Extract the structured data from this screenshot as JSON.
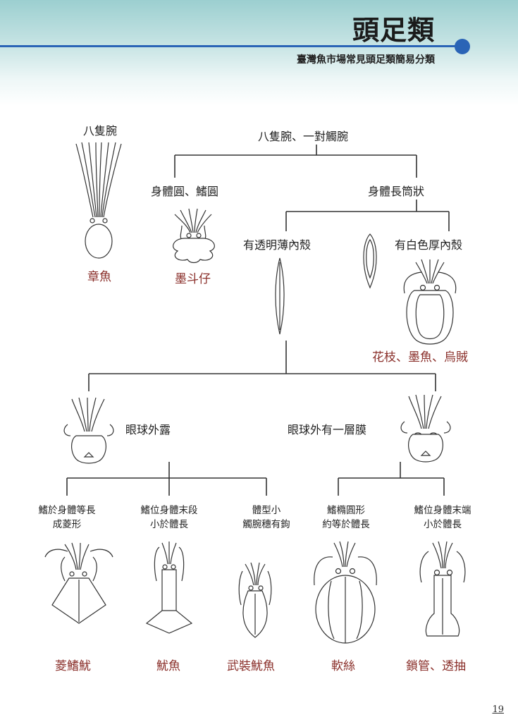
{
  "header": {
    "title": "頭足類",
    "subtitle": "臺灣魚市場常見頭足類簡易分類"
  },
  "nodes": {
    "eight_arms": "八隻腕",
    "eight_arms_two_tentacles": "八隻腕、一對觸腕",
    "round_body": "身體圓、鰭圓",
    "long_body": "身體長筒狀",
    "thin_shell": "有透明薄內殼",
    "thick_shell": "有白色厚內殼",
    "eye_exposed": "眼球外露",
    "eye_membrane": "眼球外有一層膜",
    "fin_equal": [
      "鰭於身體等長",
      "成菱形"
    ],
    "fin_rear_short": [
      "鰭位身體末段",
      "小於體長"
    ],
    "small_hooks": [
      "體型小",
      "觸腕穗有鉤"
    ],
    "fin_oval": [
      "鰭橢圓形",
      "約等於體長"
    ],
    "fin_tip_short": [
      "鰭位身體末端",
      "小於體長"
    ]
  },
  "species": {
    "octopus": "章魚",
    "bobtail": "墨斗仔",
    "cuttlefish": "花枝、墨魚、烏賊",
    "diamond_squid": "菱鰭魷",
    "flying_squid": "魷魚",
    "armed_squid": "武裝魷魚",
    "oval_squid": "軟絲",
    "loligo": "鎖管、透抽"
  },
  "page_number": "19"
}
